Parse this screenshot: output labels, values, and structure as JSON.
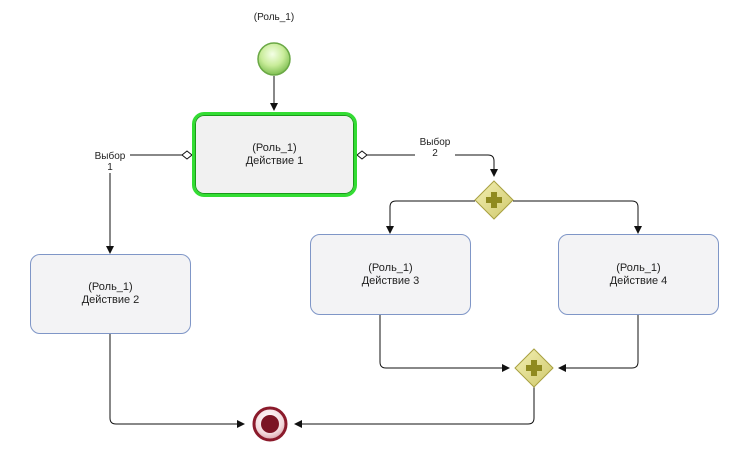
{
  "start_event": {
    "label": "(Роль_1)"
  },
  "tasks": [
    {
      "role": "(Роль_1)",
      "name": "Действие 1"
    },
    {
      "role": "(Роль_1)",
      "name": "Действие 2"
    },
    {
      "role": "(Роль_1)",
      "name": "Действие 3"
    },
    {
      "role": "(Роль_1)",
      "name": "Действие 4"
    }
  ],
  "flows": {
    "choice1": {
      "line1": "Выбор",
      "line2": "1"
    },
    "choice2": {
      "line1": "Выбор",
      "line2": "2"
    }
  },
  "colors": {
    "start": "#8fcc6a",
    "end": "#8b1a2b",
    "gateway": "#c8c86a",
    "selected": "#33dd33",
    "task_border": "#7f96c7"
  }
}
